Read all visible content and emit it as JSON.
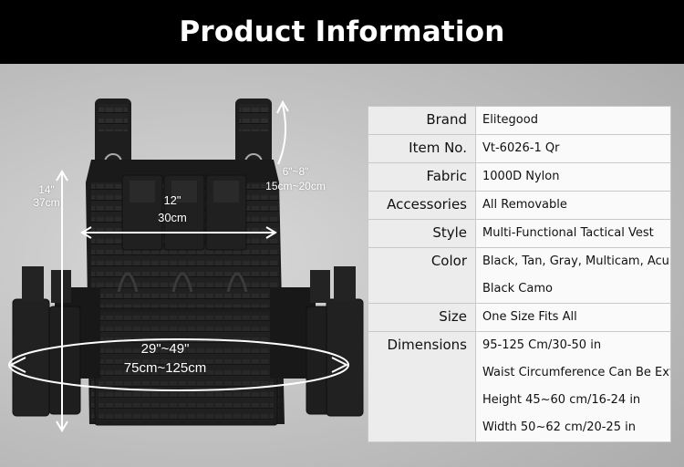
{
  "header": {
    "title": "Product Information"
  },
  "dimensions": {
    "height_in": "14\"",
    "height_cm": "37cm",
    "width_in": "12\"",
    "width_cm": "30cm",
    "strap_in": "6\"~8\"",
    "strap_cm": "15cm~20cm",
    "waist_in": "29\"~49\"",
    "waist_cm": "75cm~125cm"
  },
  "specs": [
    {
      "label": "Brand",
      "lines": [
        "Elitegood"
      ]
    },
    {
      "label": "Item No.",
      "lines": [
        "Vt-6026-1 Qr"
      ]
    },
    {
      "label": "Fabric",
      "lines": [
        "1000D Nylon"
      ]
    },
    {
      "label": "Accessories",
      "lines": [
        "All Removable"
      ]
    },
    {
      "label": "Style",
      "lines": [
        "Multi-Functional Tactical Vest"
      ]
    },
    {
      "label": "Color",
      "lines": [
        "Black, Tan, Gray, Multicam, Acu,",
        "Black Camo"
      ]
    },
    {
      "label": "Size",
      "lines": [
        "One Size Fits All"
      ]
    },
    {
      "label": "Dimensions",
      "lines": [
        "95-125 Cm/30-50 in",
        "Waist Circumference Can Be Ext",
        "Height 45~60 cm/16-24 in",
        "Width 50~62 cm/20-25 in"
      ]
    }
  ],
  "colors": {
    "header_bg": "#000000",
    "vest": "#1c1c1c",
    "label_cell": "#ececec",
    "value_cell": "#fafafa"
  }
}
